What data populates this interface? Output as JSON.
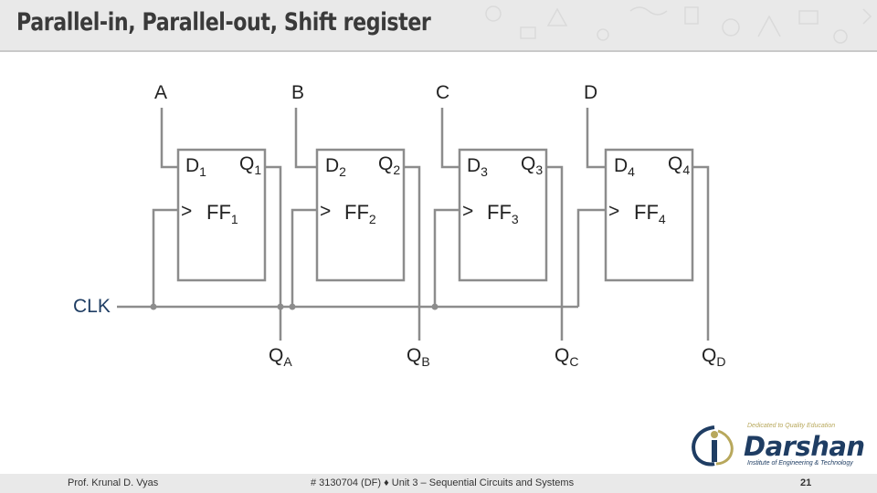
{
  "slide": {
    "title": "Parallel-in, Parallel-out, Shift register",
    "page_number": "21"
  },
  "inputs": [
    "A",
    "B",
    "C",
    "D"
  ],
  "flipflops": [
    {
      "d": "D",
      "d_sub": "1",
      "q": "Q",
      "q_sub": "1",
      "ff": "FF",
      "ff_sub": "1"
    },
    {
      "d": "D",
      "d_sub": "2",
      "q": "Q",
      "q_sub": "2",
      "ff": "FF",
      "ff_sub": "2"
    },
    {
      "d": "D",
      "d_sub": "3",
      "q": "Q",
      "q_sub": "3",
      "ff": "FF",
      "ff_sub": "3"
    },
    {
      "d": "D",
      "d_sub": "4",
      "q": "Q",
      "q_sub": "4",
      "ff": "FF",
      "ff_sub": "4"
    }
  ],
  "clock_marker": ">",
  "clock_label": "CLK",
  "outputs": [
    {
      "q": "Q",
      "sub": "A"
    },
    {
      "q": "Q",
      "sub": "B"
    },
    {
      "q": "Q",
      "sub": "C"
    },
    {
      "q": "Q",
      "sub": "D"
    }
  ],
  "footer": {
    "author": "Prof. Krunal D. Vyas",
    "course": "# 3130704 (DF)  ♦  Unit 3 – Sequential Circuits and Systems"
  },
  "logo": {
    "name": "Darshan",
    "tagline_top": "Dedicated to Quality Education",
    "tagline_bottom": "Institute of Engineering & Technology"
  },
  "colors": {
    "wire": "#8c8c8c",
    "clk_text": "#1f3d63",
    "header_bg": "#e9e9e9",
    "logo": "#1f3d63"
  }
}
